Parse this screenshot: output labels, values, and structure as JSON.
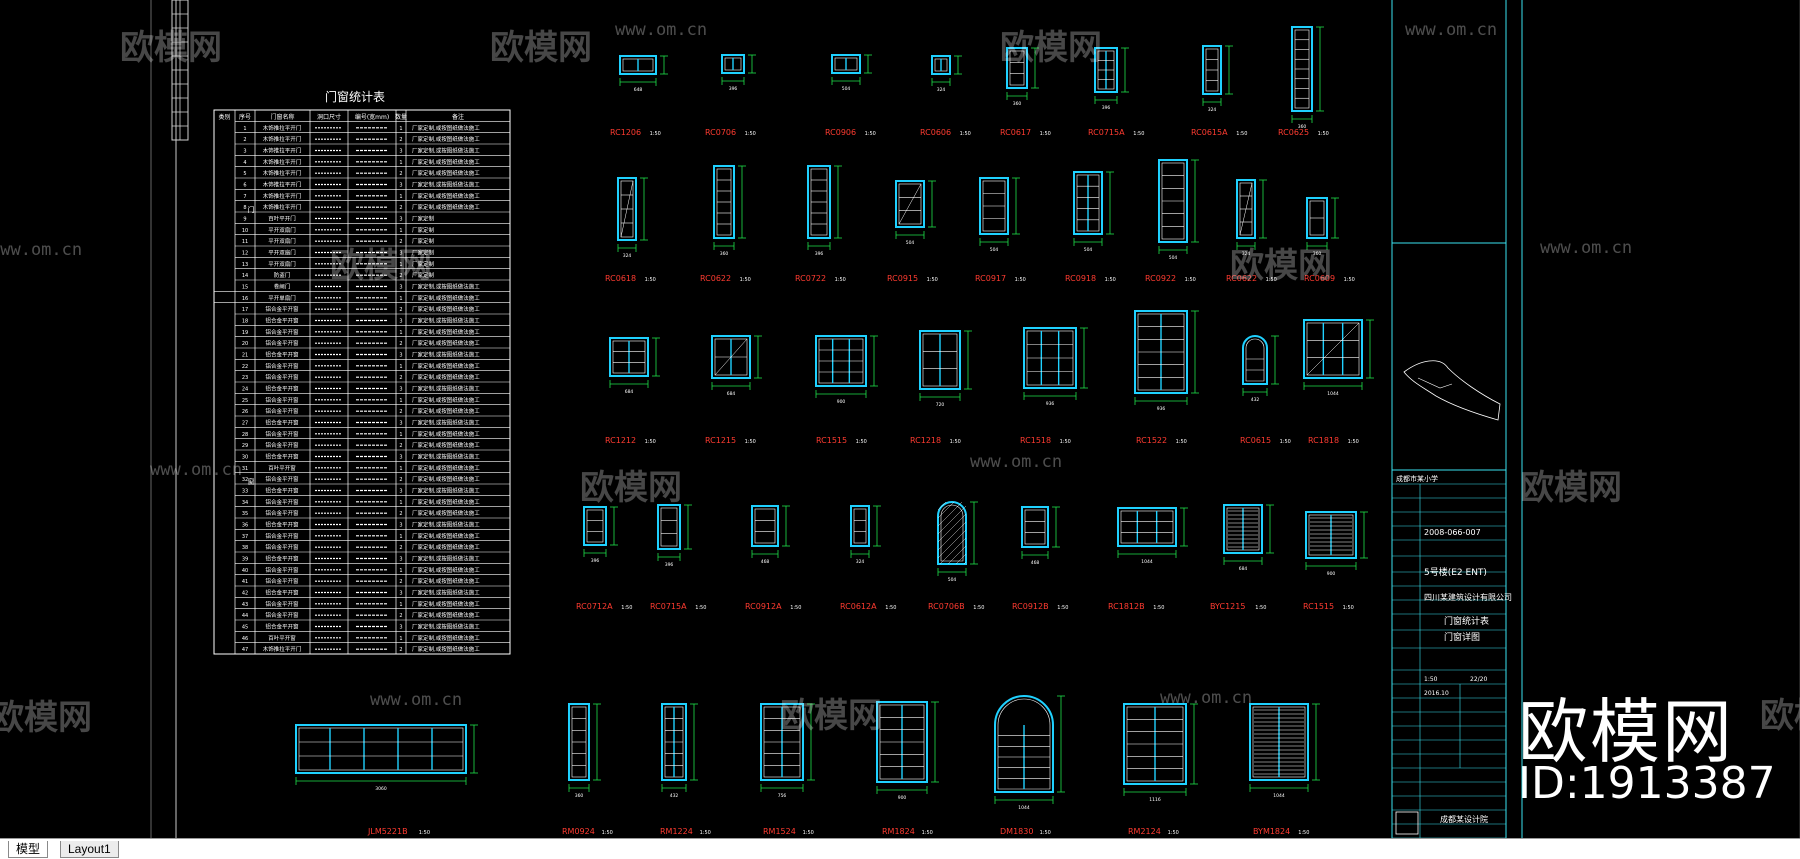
{
  "workspace": {
    "background": "#000000",
    "line_color": "#1fd1ff",
    "dim_color": "#1ee04a",
    "label_color": "#ff3b30"
  },
  "schedule": {
    "title": "门窗统计表",
    "headers": [
      "类别",
      "序号",
      "门窗名称",
      "洞口尺寸",
      "编号(宽mm)",
      "数量",
      "备注"
    ],
    "category_door": "门",
    "category_window": "窗",
    "names": [
      "木饰推拉平开门",
      "木饰推拉平开门",
      "木饰推拉平开门",
      "木饰推拉平开门",
      "木饰推拉平开门",
      "木饰推拉平开门",
      "木饰推拉平开门",
      "木饰推拉平开门",
      "百叶平开门",
      "平开双扇门",
      "平开双扇门",
      "平开双扇门",
      "平开双扇门",
      "防盗门",
      "卷闸门",
      "平开单扇门",
      "铝合金平开窗",
      "铝合金平开窗",
      "铝合金平开窗",
      "铝合金平开窗",
      "铝合金平开窗",
      "铝合金平开窗",
      "铝合金平开窗",
      "铝合金平开窗",
      "铝合金平开窗",
      "铝合金平开窗",
      "铝合金平开窗",
      "铝合金平开窗",
      "铝合金平开窗",
      "铝合金平开窗",
      "百叶平开窗",
      "铝合金平开窗",
      "铝合金平开窗",
      "铝合金平开窗",
      "铝合金平开窗",
      "铝合金平开窗",
      "铝合金平开窗",
      "铝合金平开窗",
      "铝合金平开窗",
      "铝合金平开窗",
      "铝合金平开窗",
      "铝合金平开窗",
      "铝合金平开窗",
      "铝合金平开窗",
      "铝合金平开窗",
      "百叶平开窗",
      "木饰推拉平开门"
    ],
    "remark": "厂家定制,或按图纸做法施工",
    "remark_short": "厂家定制"
  },
  "windows": {
    "row1": [
      "RC1206",
      "RC0706",
      "RC0906",
      "RC0606",
      "RC0617",
      "RC0715A",
      "RC0615A",
      "RC0625"
    ],
    "row2": [
      "RC0618",
      "RC0622",
      "RC0722",
      "RC0915",
      "RC0917",
      "RC0918",
      "RC0922",
      "RC0622",
      "RC0609"
    ],
    "row3": [
      "RC1212",
      "RC1215",
      "RC1515",
      "RC1218",
      "RC1518",
      "RC1522",
      "RC0615",
      "RC1818"
    ],
    "row4": [
      "RC0712A",
      "RC0715A",
      "RC0912A",
      "RC0612A",
      "RC0706B",
      "RC0912B",
      "RC1812B",
      "BYC1215",
      "RC1515"
    ],
    "row5": [
      "JLM5221B",
      "RM0924",
      "RM1224",
      "RM1524",
      "RM1824",
      "DM1830",
      "RM2124",
      "BYM1824"
    ],
    "scale": "1:50"
  },
  "title_block": {
    "project": "成都市某小学",
    "building": "5号楼(E2 ENT)",
    "drawing_title_1": "门窗统计表",
    "drawing_title_2": "门窗详图",
    "drawing_no": "2008-066-007",
    "company": "四川某建筑设计有限公司",
    "scale": "1:50",
    "sheet": "22/20",
    "date": "2016.10",
    "company_footer": "成都某设计院"
  },
  "watermark": {
    "text": "欧模网",
    "url": "www.om.cn",
    "brand": "欧模网",
    "id": "ID:1913387"
  },
  "status_bar": {
    "tab_model": "模型",
    "tab_layout": "Layout1"
  }
}
